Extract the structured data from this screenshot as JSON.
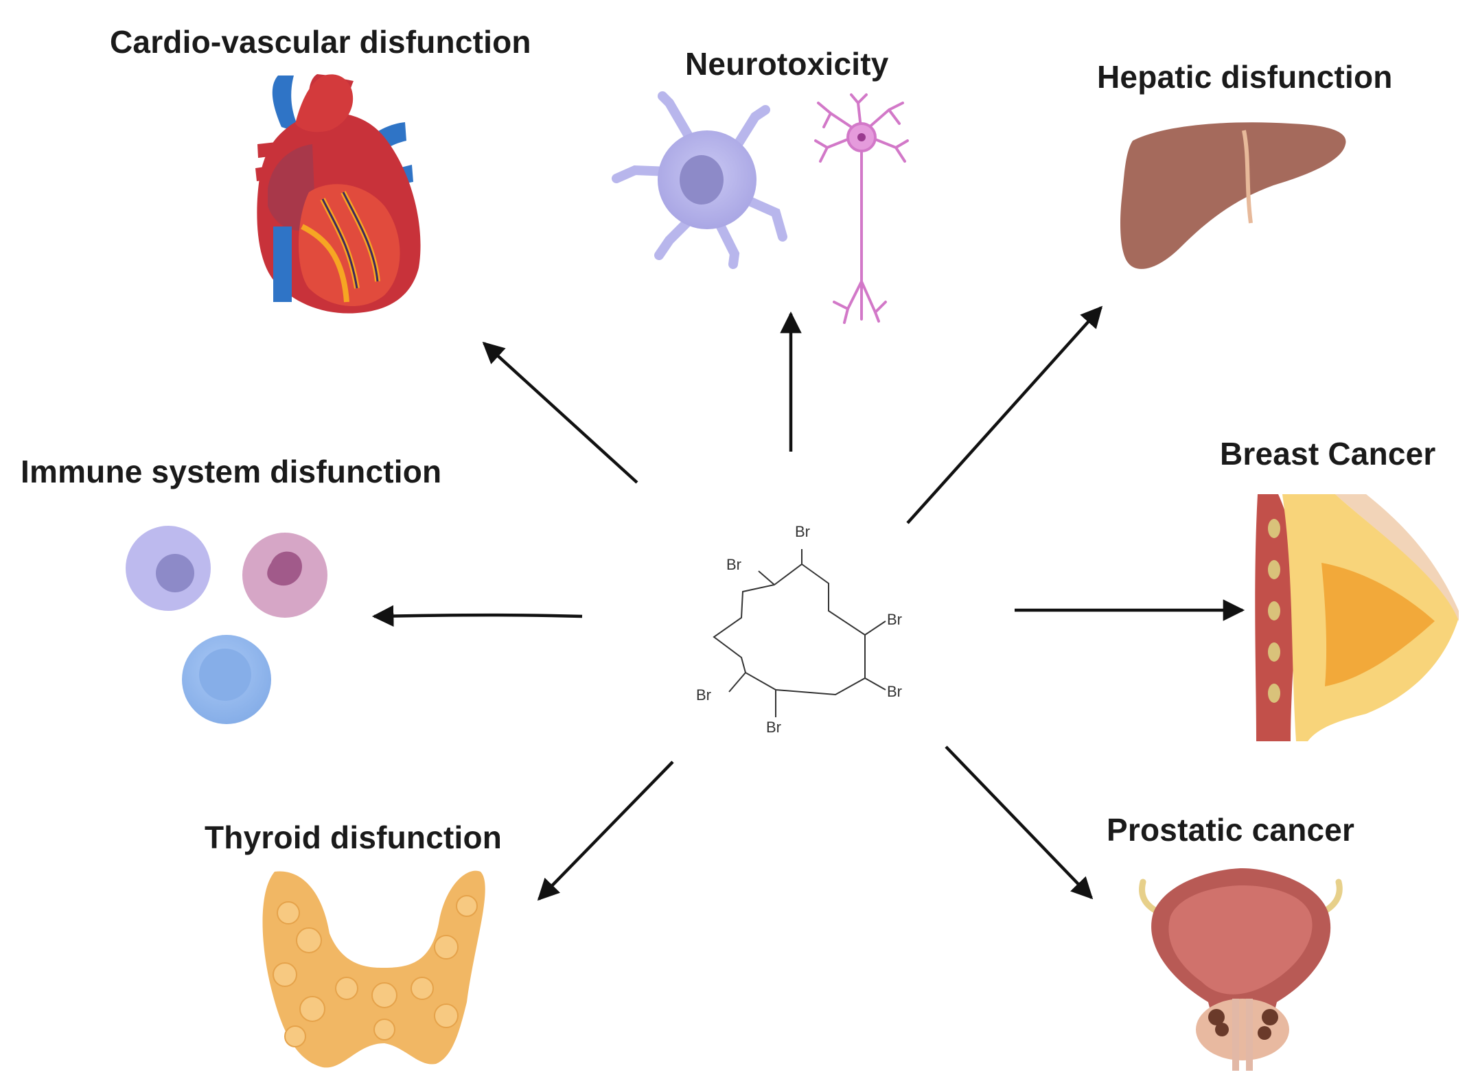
{
  "labels": {
    "cardio": "Cardio-vascular disfunction",
    "neuro": "Neurotoxicity",
    "hepatic": "Hepatic disfunction",
    "immune": "Immune system disfunction",
    "breast": "Breast Cancer",
    "thyroid": "Thyroid disfunction",
    "prostatic": "Prostatic cancer"
  },
  "molecule": {
    "atom_label": "Br"
  },
  "colors": {
    "arrow": "#111111",
    "heart_red": "#c8323a",
    "vessel_blue": "#2f74c6",
    "liver": "#a56a5c",
    "neuron_pink": "#d278c8",
    "microglia": "#b8b6ec",
    "thyroid": "#f1b764",
    "breast_gland": "#f2a93a",
    "bladder": "#b85a55"
  },
  "icons": [
    "heart-icon",
    "microglia-icon",
    "neuron-icon",
    "liver-icon",
    "immune-cells-icon",
    "breast-icon",
    "thyroid-icon",
    "prostate-icon",
    "hbcd-molecule-icon"
  ]
}
